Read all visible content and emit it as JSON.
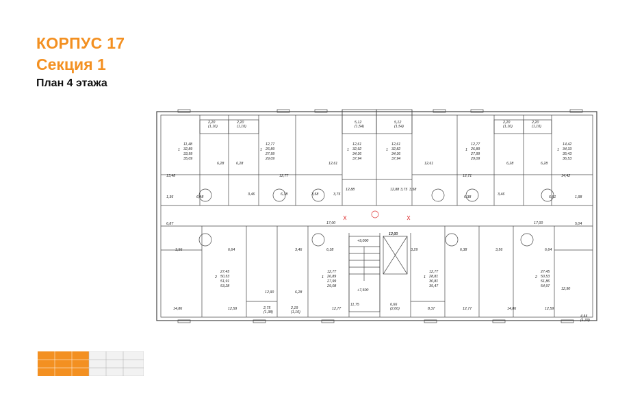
{
  "header": {
    "building": "КОРПУС 17",
    "section": "Секция 1",
    "floor_plan": "План 4 этажа"
  },
  "plan": {
    "apartments": [
      {
        "rooms": "1",
        "values": [
          "11,48",
          "32,89",
          "33,99",
          "35,09"
        ]
      },
      {
        "rooms": "1",
        "values": [
          "12,77",
          "26,89",
          "27,99",
          "29,09"
        ]
      },
      {
        "rooms": "1",
        "values": [
          "12,61",
          "32,92",
          "34,36",
          "37,94"
        ]
      },
      {
        "rooms": "1",
        "values": [
          "12,61",
          "32,82",
          "34,36",
          "37,94"
        ]
      },
      {
        "rooms": "1",
        "values": [
          "12,77",
          "26,89",
          "27,99",
          "29,09"
        ]
      },
      {
        "rooms": "1",
        "values": [
          "14,42",
          "34,33",
          "35,43",
          "36,53"
        ]
      },
      {
        "rooms": "2",
        "values": [
          "27,45",
          "50,53",
          "51,91",
          "53,28"
        ]
      },
      {
        "rooms": "1",
        "values": [
          "12,77",
          "26,89",
          "27,99",
          "29,08"
        ]
      },
      {
        "rooms": "1",
        "values": [
          "12,77",
          "28,81",
          "30,81",
          "35,47"
        ]
      },
      {
        "rooms": "2",
        "values": [
          "27,45",
          "50,53",
          "51,86",
          "54,97"
        ]
      }
    ],
    "balconies": [
      {
        "a": "2,20",
        "b": "(1,10)"
      },
      {
        "a": "2,20",
        "b": "(1,10)"
      },
      {
        "a": "5,12",
        "b": "(1,54)"
      },
      {
        "a": "5,12",
        "b": "(1,54)"
      },
      {
        "a": "2,20",
        "b": "(1,10)"
      },
      {
        "a": "2,20",
        "b": "(1,10)"
      },
      {
        "a": "2,75",
        "b": "(1,38)"
      },
      {
        "a": "2,19",
        "b": "(1,10)"
      },
      {
        "a": "6,66",
        "b": "(2,00)"
      },
      {
        "a": "4,44",
        "b": "(1,33)"
      }
    ],
    "room_labels": [
      "6,28",
      "6,28",
      "12,61",
      "12,88",
      "12,88",
      "12,61",
      "6,28",
      "6,28",
      "13,48",
      "12,77",
      "12,71",
      "14,42",
      "1,36",
      "6,48",
      "3,46",
      "6,38",
      "3,58",
      "3,75",
      "3,75",
      "3,58",
      "6,38",
      "3,46",
      "6,61",
      "1,98",
      "6,87",
      "17,00",
      "17,00",
      "5,04",
      "3,56",
      "6,64",
      "3,46",
      "6,38",
      "3,29",
      "6,38",
      "3,56",
      "6,64",
      "12,90",
      "6,28",
      "12,00",
      "12,90",
      "14,86",
      "12,59",
      "12,77",
      "11,75",
      "8,37",
      "12,77",
      "14,86",
      "12,59",
      "12,00"
    ],
    "elevation_upper": "+9,000",
    "elevation_lower": "+7,500"
  },
  "colors": {
    "accent": "#f39021",
    "wall": "#555555",
    "plan_line": "#333333"
  }
}
